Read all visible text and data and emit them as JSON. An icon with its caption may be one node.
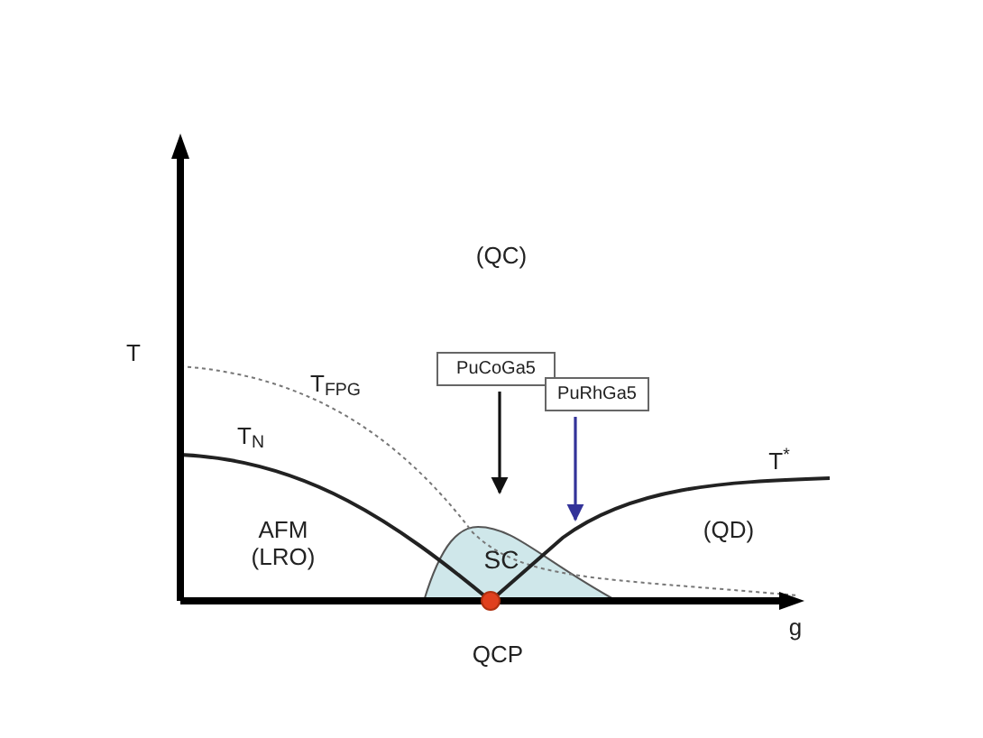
{
  "diagram": {
    "nodes": [
      {
        "text": [
          "PuCoGa5"
        ]
      },
      {
        "text": [
          "PuRhGa5"
        ]
      },
      {
        "text": [
          "SC"
        ]
      }
    ],
    "edges": [
      {
        "from": 0,
        "to": 2,
        "arrow": "to"
      },
      {
        "from": 1,
        "to": 2,
        "arrow": "to",
        "color": "#333399"
      }
    ],
    "labels": [
      "T",
      "(QC)",
      "T$_{FPG}$",
      "T$_{N}$",
      "T$^{*}$",
      "AFM (LRO)",
      "(QD)",
      "g",
      "QCP"
    ]
  }
}
